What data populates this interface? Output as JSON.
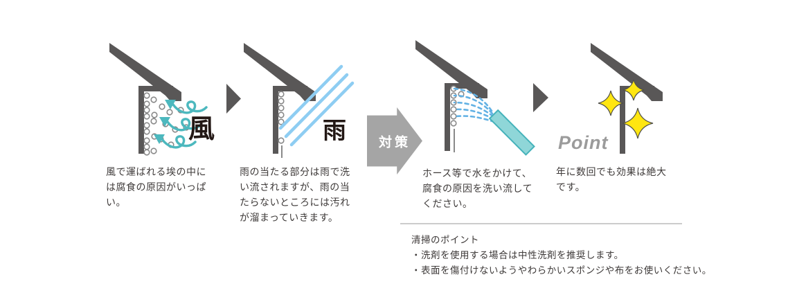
{
  "steps": [
    {
      "label": "風",
      "caption": "風で運ばれる埃の中には腐食の原因がいっぱい。"
    },
    {
      "label": "雨",
      "caption": "雨の当たる部分は雨で洗い流されますが、雨の当たらないところには汚れが溜まっていきます。"
    },
    {
      "caption": "ホース等で水をかけて、腐食の原因を洗い流してください。"
    },
    {
      "label": "Point",
      "caption": "年に数回でも効果は絶大です。"
    }
  ],
  "countermeasure": {
    "label": "対策"
  },
  "notes": {
    "title": "清掃のポイント",
    "items": [
      "・洗剤を使用する場合は中性洗剤を推奨します。",
      "・表面を傷付けないようやわらかいスポンジや布をお使いください。"
    ]
  },
  "colors": {
    "roof_gray": "#595757",
    "teal_accent": "#4cb8be",
    "rain_blue": "#8ecdf2",
    "spray_blue": "#62b1e4",
    "hose_fill": "#8fd6d8",
    "star_yellow": "#ffe611",
    "arrow_gray": "#a5a5a5",
    "text_dark": "#3e3a39",
    "point_gray": "#9b9b9b"
  }
}
